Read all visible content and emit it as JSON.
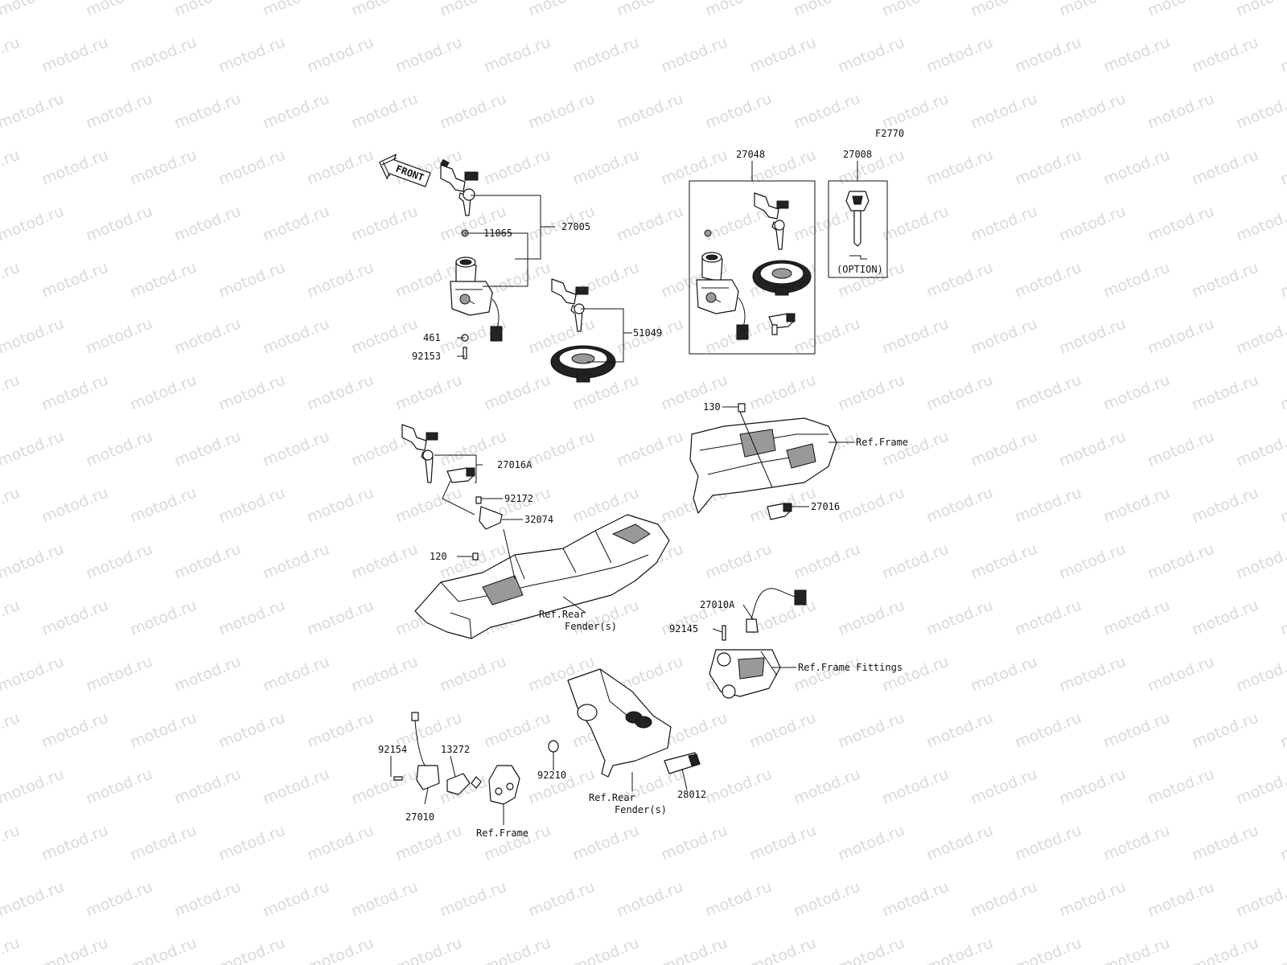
{
  "watermark": "motod.ru",
  "figure_code": "F2770",
  "front_label": "FRONT",
  "callouts": {
    "p27005": "27005",
    "p11065": "11065",
    "p461": "461",
    "p92153": "92153",
    "p51049": "51049",
    "p27048": "27048",
    "p27008": "27008",
    "option": "(OPTION)",
    "p27016A": "27016A",
    "p92172": "92172",
    "p32074": "32074",
    "p120": "120",
    "rear_fender_1a": "Ref.Rear",
    "rear_fender_1b": "Fender(s)",
    "p130": "130",
    "ref_frame_1": "Ref.Frame",
    "p27016": "27016",
    "p27010A": "27010A",
    "p92145": "92145",
    "ref_frame_fittings": "Ref.Frame Fittings",
    "p92154": "92154",
    "p13272": "13272",
    "p27010": "27010",
    "ref_frame_2": "Ref.Frame",
    "p92210": "92210",
    "p28012": "28012",
    "rear_fender_2a": "Ref.Rear",
    "rear_fender_2b": "Fender(s)"
  }
}
